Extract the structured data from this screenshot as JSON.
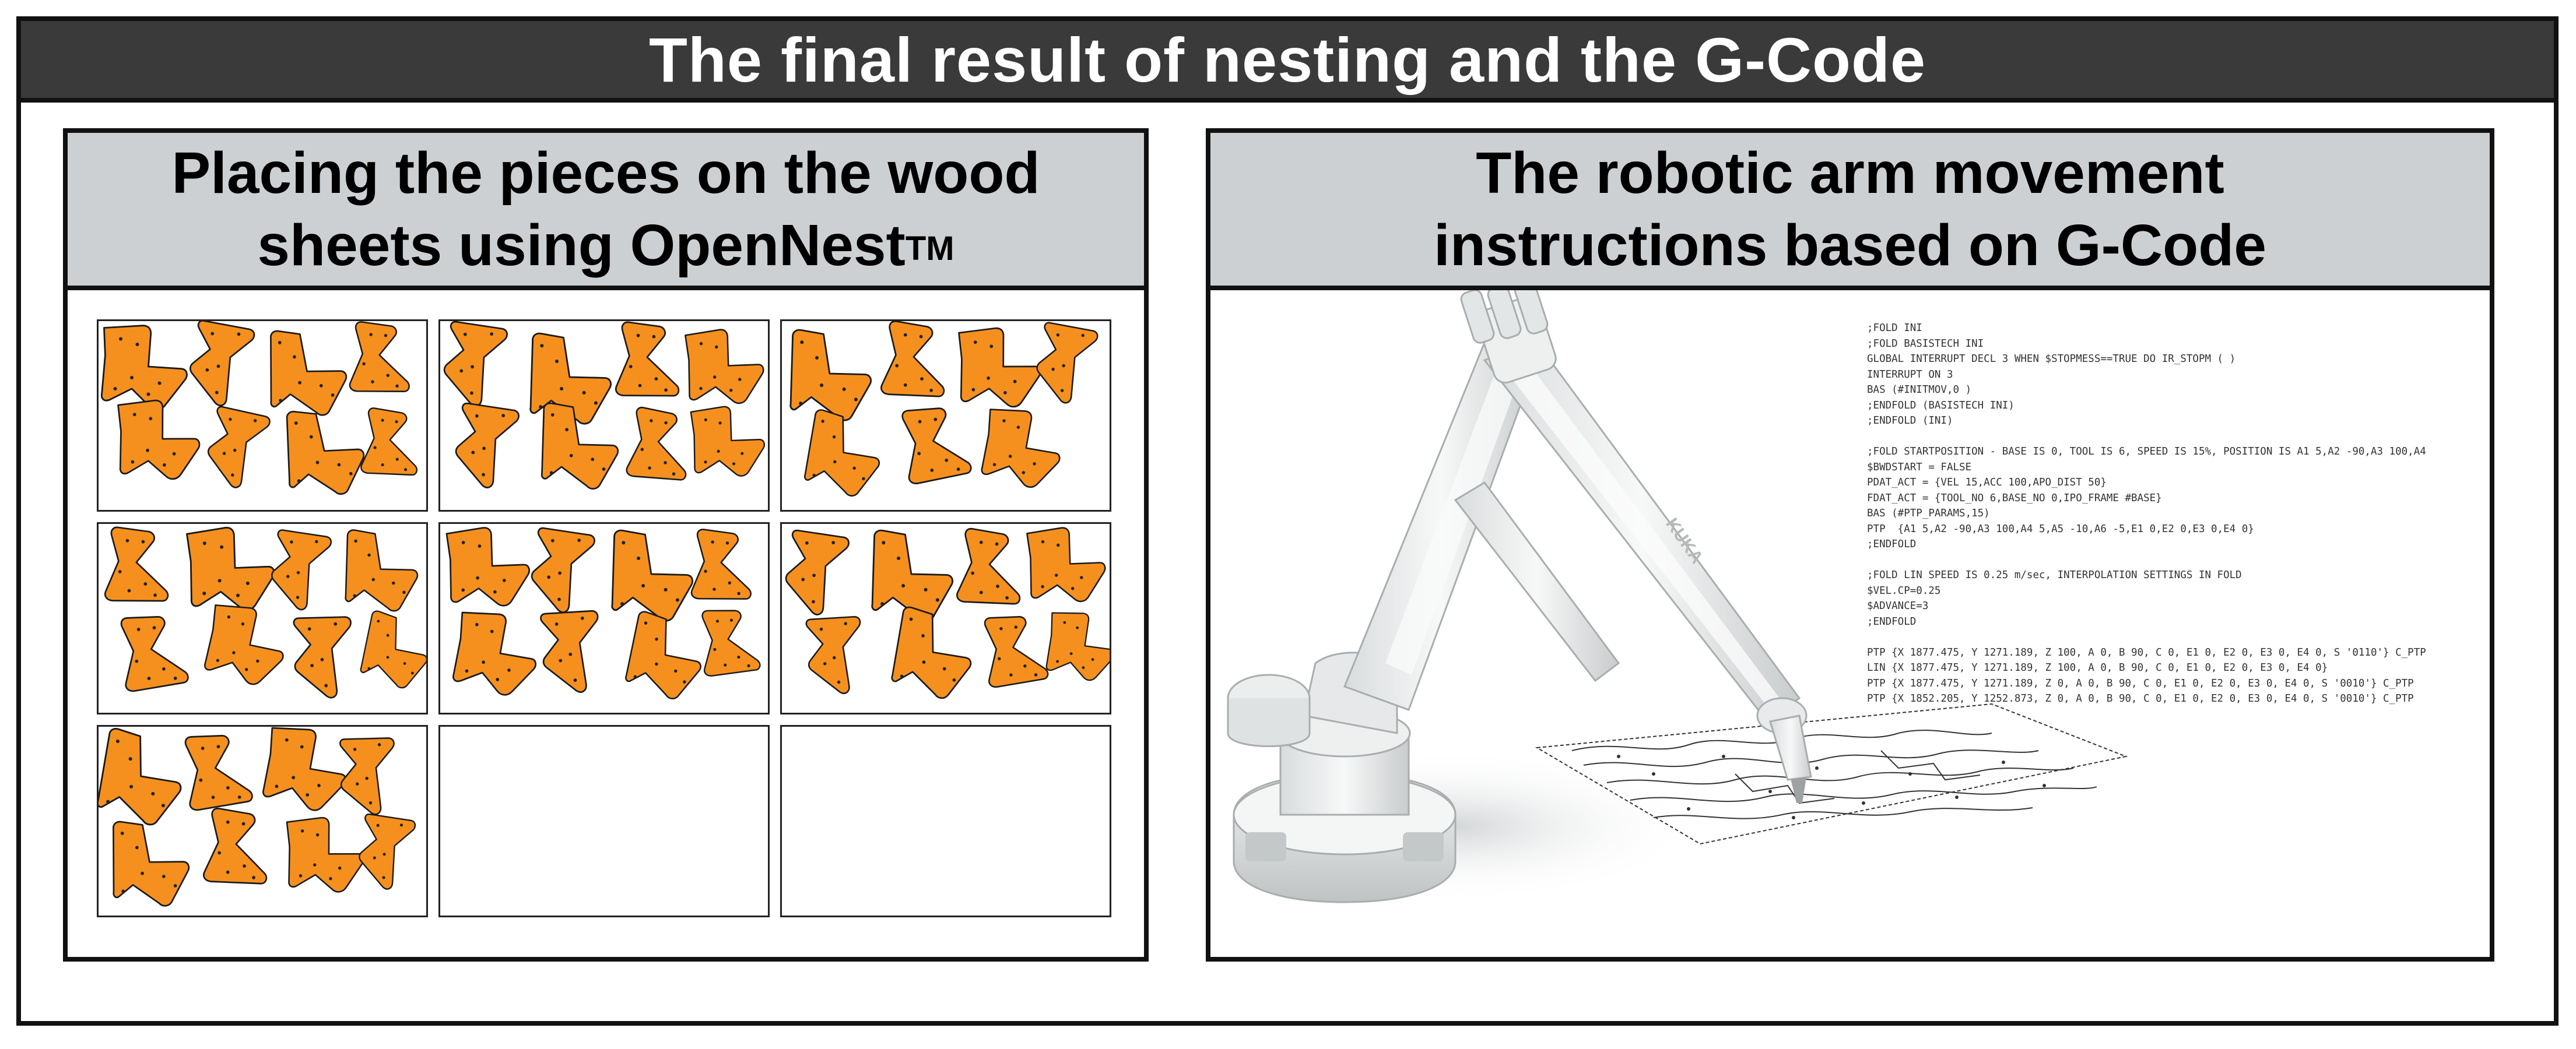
{
  "title": "The final result of nesting and the G-Code",
  "left_panel": {
    "heading_line1": "Placing the pieces on the wood",
    "heading_line2": "sheets using OpenNest",
    "heading_sup": "TM",
    "sheet_count": 9,
    "filled_sheets": 7,
    "piece_color": "#f5901f",
    "outline_color": "#1a1a1a"
  },
  "right_panel": {
    "heading_line1": "The robotic arm movement",
    "heading_line2": "instructions based on G-Code",
    "robot_logo": "KUKA",
    "gcode_lines": [
      ";FOLD INI",
      ";FOLD BASISTECH INI",
      "GLOBAL INTERRUPT DECL 3 WHEN $STOPMESS==TRUE DO IR_STOPM ( )",
      "INTERRUPT ON 3",
      "BAS (#INITMOV,0 )",
      ";ENDFOLD (BASISTECH INI)",
      ";ENDFOLD (INI)",
      "",
      ";FOLD STARTPOSITION - BASE IS 0, TOOL IS 6, SPEED IS 15%, POSITION IS A1 5,A2 -90,A3 100,A4",
      "$BWDSTART = FALSE",
      "PDAT_ACT = {VEL 15,ACC 100,APO_DIST 50}",
      "FDAT_ACT = {TOOL_NO 6,BASE_NO 0,IPO_FRAME #BASE}",
      "BAS (#PTP_PARAMS,15)",
      "PTP  {A1 5,A2 -90,A3 100,A4 5,A5 -10,A6 -5,E1 0,E2 0,E3 0,E4 0}",
      ";ENDFOLD",
      "",
      ";FOLD LIN SPEED IS 0.25 m/sec, INTERPOLATION SETTINGS IN FOLD",
      "$VEL.CP=0.25",
      "$ADVANCE=3",
      ";ENDFOLD",
      "",
      "PTP {X 1877.475, Y 1271.189, Z 100, A 0, B 90, C 0, E1 0, E2 0, E3 0, E4 0, S '0110'} C_PTP",
      "LIN {X 1877.475, Y 1271.189, Z 100, A 0, B 90, C 0, E1 0, E2 0, E3 0, E4 0}",
      "PTP {X 1877.475, Y 1271.189, Z 0, A 0, B 90, C 0, E1 0, E2 0, E3 0, E4 0, S '0010'} C_PTP",
      "PTP {X 1852.205, Y 1252.873, Z 0, A 0, B 90, C 0, E1 0, E2 0, E3 0, E4 0, S '0010'} C_PTP"
    ]
  }
}
